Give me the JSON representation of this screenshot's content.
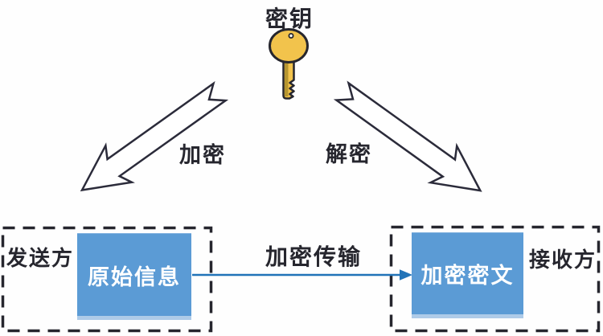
{
  "diagram": {
    "description": "symmetric-key encryption flow diagram",
    "key_label": "密钥",
    "encrypt_label": "加密",
    "decrypt_label": "解密",
    "transmission_label": "加密传输",
    "sender": {
      "role_label": "发送方",
      "box_label": "原始信息"
    },
    "receiver": {
      "role_label": "接收方",
      "box_label": "加密密文"
    },
    "colors": {
      "background": "#fefefe",
      "outline": "#26262e",
      "key_fill": "#f2c34c",
      "key_shadow": "#b6952f",
      "box_fill": "#5b9bd5",
      "box_edge_light": "#aecbe8",
      "box_text": "#ffffff",
      "transmission_arrow": "#2173b8"
    }
  }
}
